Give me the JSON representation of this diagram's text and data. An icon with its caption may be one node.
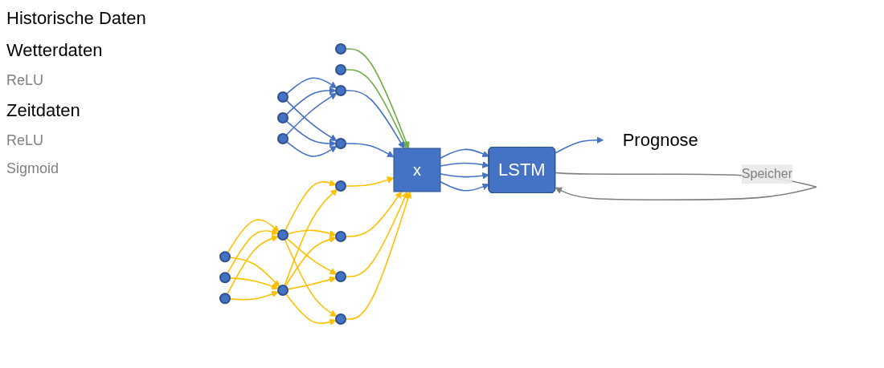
{
  "diagram": {
    "nodes": [
      {
        "text": [],
        "shape": "circle"
      },
      {
        "text": [],
        "shape": "circle"
      },
      {
        "text": [],
        "shape": "circle"
      },
      {
        "text": [],
        "shape": "circle"
      },
      {
        "text": [],
        "shape": "circle"
      },
      {
        "text": [],
        "shape": "circle"
      },
      {
        "text": [],
        "shape": "circle"
      },
      {
        "text": [],
        "shape": "circle"
      },
      {
        "text": [],
        "shape": "circle"
      },
      {
        "text": [],
        "shape": "circle"
      },
      {
        "text": [],
        "shape": "circle"
      },
      {
        "text": [],
        "shape": "circle"
      },
      {
        "text": [],
        "shape": "circle"
      },
      {
        "text": [],
        "shape": "circle"
      },
      {
        "text": [],
        "shape": "circle"
      },
      {
        "text": [],
        "shape": "circle"
      },
      {
        "text": [
          "x"
        ]
      },
      {
        "text": [
          "LSTM"
        ]
      },
      {
        "text": [
          "Prognose"
        ]
      }
    ],
    "edges": [
      {
        "from": 0,
        "to": 16,
        "arrow": "to",
        "color": "#70ad47"
      },
      {
        "from": 1,
        "to": 16,
        "arrow": "to",
        "color": "#70ad47"
      },
      {
        "from": 2,
        "to": 5,
        "arrow": "to",
        "color": "#4472c4"
      },
      {
        "from": 2,
        "to": 6,
        "arrow": "to",
        "color": "#4472c4"
      },
      {
        "from": 3,
        "to": 5,
        "arrow": "to",
        "color": "#4472c4"
      },
      {
        "from": 3,
        "to": 6,
        "arrow": "to",
        "color": "#4472c4"
      },
      {
        "from": 4,
        "to": 5,
        "arrow": "to",
        "color": "#4472c4"
      },
      {
        "from": 4,
        "to": 6,
        "arrow": "to",
        "color": "#4472c4"
      },
      {
        "from": 5,
        "to": 16,
        "arrow": "to",
        "color": "#4472c4"
      },
      {
        "from": 6,
        "to": 16,
        "arrow": "to",
        "color": "#4472c4"
      },
      {
        "from": 7,
        "to": 10,
        "arrow": "to"
      },
      {
        "from": 7,
        "to": 11,
        "arrow": "to"
      },
      {
        "from": 8,
        "to": 10,
        "arrow": "to"
      },
      {
        "from": 8,
        "to": 11,
        "arrow": "to"
      },
      {
        "from": 9,
        "to": 10,
        "arrow": "to"
      },
      {
        "from": 9,
        "to": 11,
        "arrow": "to"
      },
      {
        "from": 10,
        "to": 12,
        "arrow": "to"
      },
      {
        "from": 10,
        "to": 13,
        "arrow": "to"
      },
      {
        "from": 10,
        "to": 14,
        "arrow": "to"
      },
      {
        "from": 10,
        "to": 15,
        "arrow": "to"
      },
      {
        "from": 11,
        "to": 12,
        "arrow": "to"
      },
      {
        "from": 11,
        "to": 13,
        "arrow": "to"
      },
      {
        "from": 11,
        "to": 14,
        "arrow": "to"
      },
      {
        "from": 11,
        "to": 15,
        "arrow": "to"
      },
      {
        "from": 12,
        "to": 16,
        "arrow": "to"
      },
      {
        "from": 13,
        "to": 16,
        "arrow": "to"
      },
      {
        "from": 14,
        "to": 16,
        "arrow": "to"
      },
      {
        "from": 15,
        "to": 16,
        "arrow": "to"
      },
      {
        "from": 16,
        "to": 17,
        "arrow": "to",
        "color": "#4472c4"
      },
      {
        "from": 16,
        "to": 17,
        "arrow": "to",
        "color": "#4472c4"
      },
      {
        "from": 16,
        "to": 17,
        "arrow": "to",
        "color": "#4472c4"
      },
      {
        "from": 16,
        "to": 17,
        "arrow": "to",
        "color": "#4472c4"
      },
      {
        "from": 17,
        "to": 17,
        "arrow": "to",
        "label": "Speicher",
        "color": "#808080"
      },
      {
        "from": 17,
        "to": 18,
        "arrow": "to",
        "color": "#4472c4"
      }
    ],
    "labels": [
      "Historische Daten",
      "Wetterdaten",
      "ReLU",
      "Zeitdaten",
      "ReLU",
      "Sigmoid"
    ]
  }
}
